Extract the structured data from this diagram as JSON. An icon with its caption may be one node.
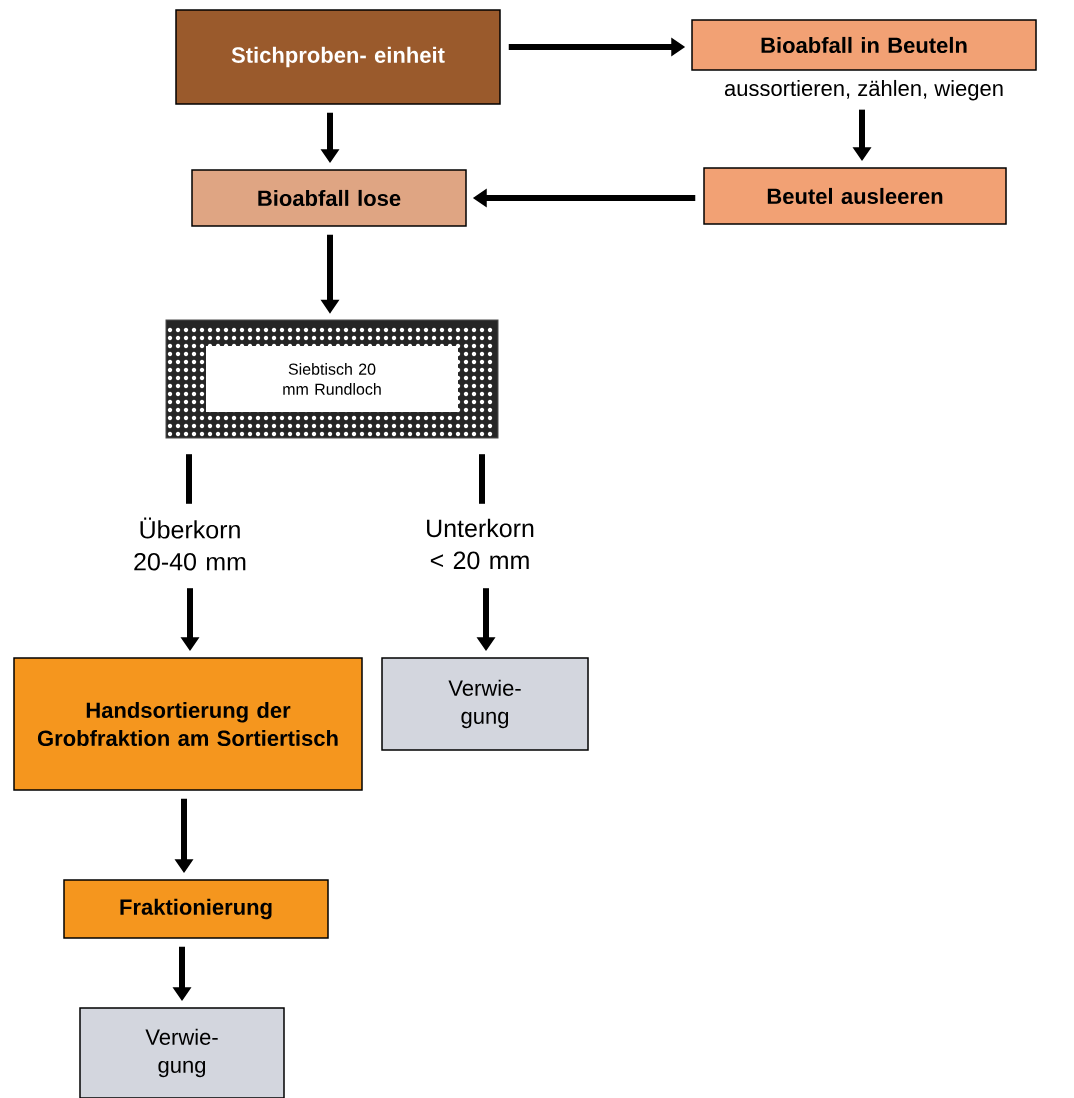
{
  "diagram": {
    "nodes": [
      {
        "text": [
          "Stichproben- einheit"
        ]
      },
      {
        "text": [
          "Bioabfall in Beuteln"
        ],
        "beside": [
          "aussortieren, zählen, wiegen"
        ]
      },
      {
        "text": [
          "Bioabfall lose"
        ]
      },
      {
        "text": [
          "Beutel ausleeren"
        ]
      },
      {
        "text": [
          "Siebtisch 20 mm Rundloch"
        ]
      },
      {
        "text": [
          "Überkorn 20-40 mm"
        ]
      },
      {
        "text": [
          "Unterkorn < 20 mm"
        ]
      },
      {
        "text": [
          "Handsortierung der Grobfraktion am Sortiertisch"
        ]
      },
      {
        "text": [
          "Verwie- gung"
        ]
      },
      {
        "text": [
          "Fraktionierung"
        ]
      },
      {
        "text": [
          "Verwie- gung"
        ]
      }
    ],
    "edges": [
      {
        "from": 0,
        "to": 1,
        "arrow": "to"
      },
      {
        "from": 0,
        "to": 2,
        "arrow": "to"
      },
      {
        "from": 1,
        "to": 3,
        "arrow": "to"
      },
      {
        "from": 3,
        "to": 2,
        "arrow": "to"
      },
      {
        "from": 2,
        "to": 4,
        "arrow": "to"
      },
      {
        "from": 4,
        "to": 5,
        "arrow": "none"
      },
      {
        "from": 4,
        "to": 6,
        "arrow": "none"
      },
      {
        "from": 5,
        "to": 7,
        "arrow": "to"
      },
      {
        "from": 6,
        "to": 8,
        "arrow": "to"
      },
      {
        "from": 7,
        "to": 9,
        "arrow": "to"
      },
      {
        "from": 9,
        "to": 10,
        "arrow": "to"
      }
    ]
  }
}
